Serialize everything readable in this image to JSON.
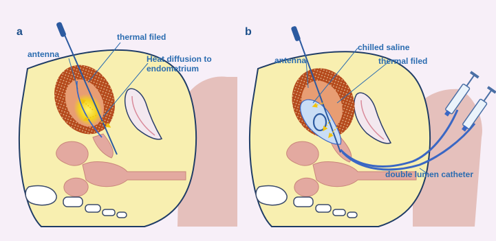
{
  "panels": {
    "a": {
      "letter": "a",
      "labels": {
        "antenna": "antenna",
        "thermal_field": "thermal filed",
        "heat_diffusion_line1": "Heat diffusion to",
        "heat_diffusion_line2": "endometrium"
      }
    },
    "b": {
      "letter": "b",
      "labels": {
        "antenna": "antenna",
        "chilled_saline": "chilled saline",
        "thermal_field": "thermal filed",
        "double_lumen_catheter": "double lumen catheter"
      }
    }
  },
  "colors": {
    "background": "#f7eff8",
    "label_text": "#2b6cb0",
    "panel_letter": "#1c4f8a",
    "pelvis_fill": "#f8efb0",
    "pelvis_outline": "#1f3c66",
    "uterus_outer": "#b54a1c",
    "uterus_inner": "#e89d73",
    "heat_yellow": "#f3d21f",
    "saline_blue": "#c9ddf5",
    "catheter_blue": "#3a67c4",
    "organ_pink": "#e3a9a0"
  }
}
